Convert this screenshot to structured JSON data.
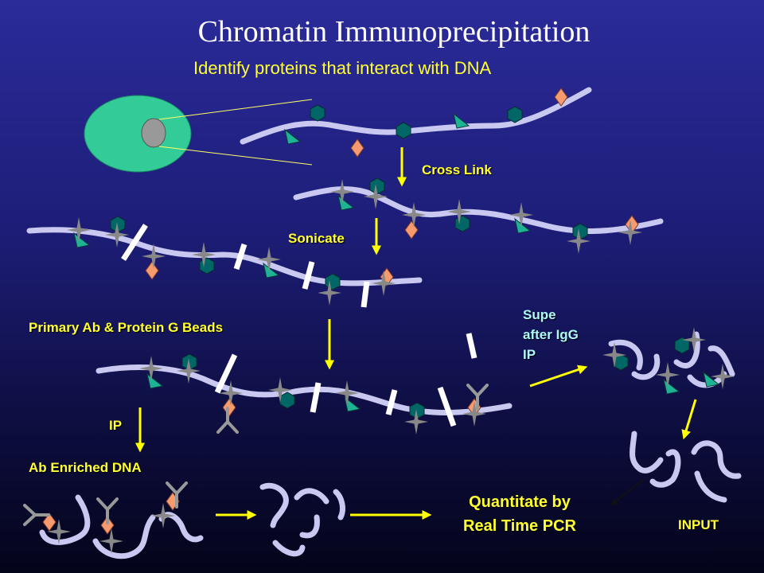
{
  "slide": {
    "title": "Chromatin Immunoprecipitation",
    "subtitle": "Identify proteins that interact with DNA"
  },
  "labels": {
    "cross_link": "Cross Link",
    "sonicate": "Sonicate",
    "primary_ab": "Primary Ab & Protein G Beads",
    "supe_line1": "Supe",
    "supe_line2": "after IgG",
    "supe_line3": "IP",
    "ip": "IP",
    "ab_enriched": "Ab Enriched DNA",
    "quantitate_line1": "Quantitate by",
    "quantitate_line2": "Real Time PCR",
    "input": "INPUT"
  },
  "colors": {
    "background_top": "#2b2b9a",
    "background_bottom": "#04041a",
    "dna": "#c8c8f0",
    "cell": "#33cc99",
    "nucleus": "#999999",
    "hexagon_protein": "#006666",
    "triangle_protein": "#1fb396",
    "diamond_protein": "#f79a6e",
    "crosslink_star": "#888888",
    "antibody": "#999999",
    "arrow": "#ffff00",
    "label_text": "#ffff33"
  },
  "legend_icons": [
    "cell-icon",
    "nucleus-icon",
    "hexagon-protein-icon",
    "triangle-protein-icon",
    "diamond-protein-icon",
    "crosslink-star-icon",
    "antibody-icon",
    "sonication-cut-icon"
  ]
}
